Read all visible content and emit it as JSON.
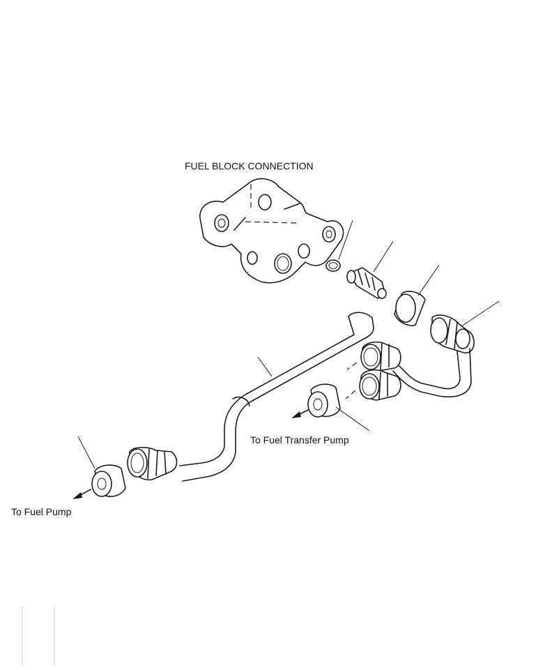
{
  "diagram": {
    "title": "FUEL BLOCK CONNECTION",
    "labels": {
      "transfer_pump": "To Fuel Transfer Pump",
      "fuel_pump": "To Fuel Pump"
    },
    "line_color": "#1a1a1a",
    "background": "#ffffff"
  }
}
